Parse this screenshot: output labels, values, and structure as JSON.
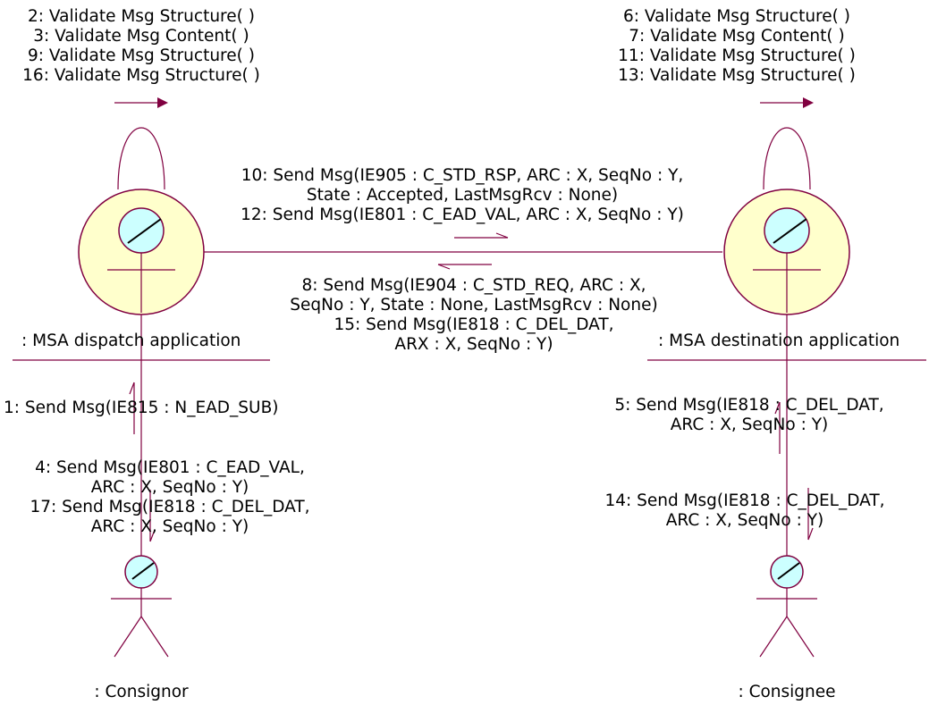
{
  "objects": {
    "dispatch": {
      "label": ": MSA dispatch application"
    },
    "destination": {
      "label": ": MSA destination application"
    },
    "consignor": {
      "label": ": Consignor"
    },
    "consignee": {
      "label": ": Consignee"
    }
  },
  "self_messages": {
    "dispatch": [
      "2: Validate Msg Structure( )",
      "3: Validate Msg Content( )",
      "9: Validate Msg Structure( )",
      "16: Validate Msg Structure( )"
    ],
    "destination": [
      "6: Validate Msg Structure( )",
      "7: Validate Msg Content( )",
      "11: Validate Msg Structure( )",
      "13: Validate Msg Structure( )"
    ]
  },
  "link_messages": {
    "dispatch_to_destination_top": [
      "10: Send Msg(IE905 : C_STD_RSP, ARC : X, SeqNo : Y,",
      "State : Accepted, LastMsgRcv : None)",
      "12: Send Msg(IE801 : C_EAD_VAL, ARC : X, SeqNo : Y)"
    ],
    "destination_to_dispatch_bottom": [
      "8: Send Msg(IE904 : C_STD_REQ, ARC : X,",
      "SeqNo : Y, State : None, LastMsgRcv : None)",
      "15: Send Msg(IE818 : C_DEL_DAT,",
      "ARX : X, SeqNo : Y)"
    ],
    "consignor_up": [
      "1: Send Msg(IE815 : N_EAD_SUB)"
    ],
    "consignor_down": [
      "4: Send Msg(IE801 : C_EAD_VAL,",
      "ARC : X, SeqNo : Y)",
      "17: Send Msg(IE818 : C_DEL_DAT,",
      "ARC : X, SeqNo : Y)"
    ],
    "consignee_up": [
      "5: Send Msg(IE818 : C_DEL_DAT,",
      "ARC : X, SeqNo : Y)"
    ],
    "consignee_down": [
      "14: Send Msg(IE818 : C_DEL_DAT,",
      "ARC : X, SeqNo : Y)"
    ]
  },
  "colors": {
    "line": "#800040",
    "boundary_fill": "#ffffcc",
    "head_fill": "#ccffff",
    "text": "#000000"
  }
}
